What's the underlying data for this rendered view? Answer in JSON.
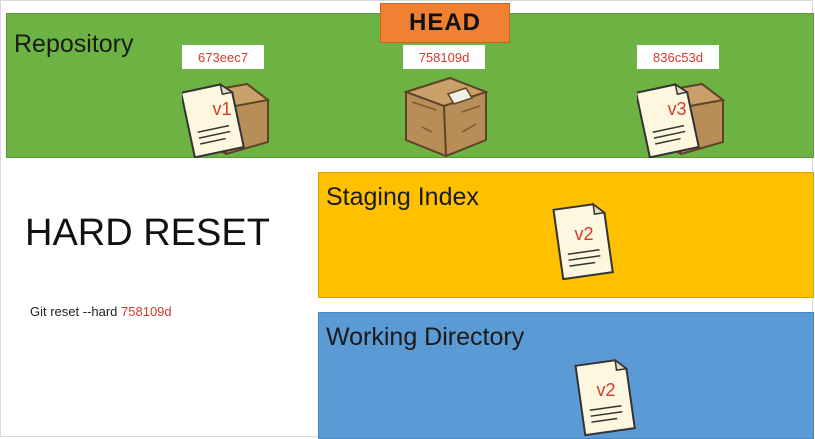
{
  "head_label": "HEAD",
  "repository": {
    "title": "Repository",
    "commits": [
      {
        "hash": "673eec7",
        "version": "v1"
      },
      {
        "hash": "758109d",
        "version": ""
      },
      {
        "hash": "836c53d",
        "version": "v3"
      }
    ]
  },
  "staging": {
    "title": "Staging Index",
    "version": "v2"
  },
  "working": {
    "title": "Working Directory",
    "version": "v2"
  },
  "heading": "HARD RESET",
  "command": {
    "text": "Git reset --hard ",
    "hash": "758109d"
  },
  "colors": {
    "repository": "#6db344",
    "staging": "#ffc000",
    "working": "#5b9bd5",
    "head": "#f08133",
    "hash_text": "#d33a2c"
  }
}
